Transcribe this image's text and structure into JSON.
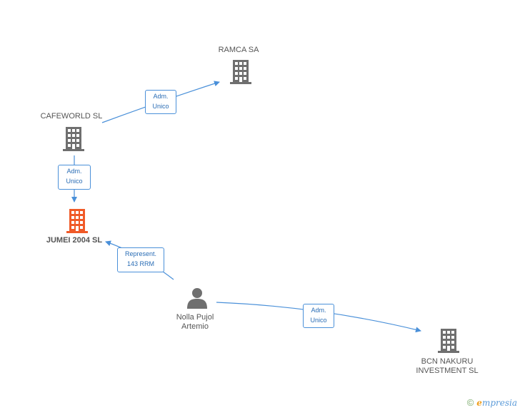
{
  "colors": {
    "building": "#6f6f6f",
    "building_main": "#f05a28",
    "person": "#6f6f6f",
    "edge": "#4a90d9",
    "edge_text": "#2a6db5"
  },
  "nodes": {
    "ramca": {
      "label": "RAMCA SA",
      "icon": "building-icon"
    },
    "cafeworld": {
      "label": "CAFEWORLD SL",
      "icon": "building-icon"
    },
    "jumei": {
      "label": "JUMEI 2004 SL",
      "icon": "building-icon-main"
    },
    "nolla": {
      "label_line1": "Nolla Pujol",
      "label_line2": "Artemio",
      "icon": "person-icon"
    },
    "bcn": {
      "label_line1": "BCN NAKURU",
      "label_line2": "INVESTMENT SL",
      "icon": "building-icon"
    }
  },
  "edges": {
    "cafeworld_ramca": {
      "line1": "Adm.",
      "line2": "Unico"
    },
    "cafeworld_jumei": {
      "line1": "Adm.",
      "line2": "Unico"
    },
    "nolla_jumei": {
      "line1": "Represent.",
      "line2": "143 RRM"
    },
    "nolla_bcn": {
      "line1": "Adm.",
      "line2": "Unico"
    }
  },
  "brand": {
    "copyright": "©",
    "e": "e",
    "rest": "mpresia"
  }
}
